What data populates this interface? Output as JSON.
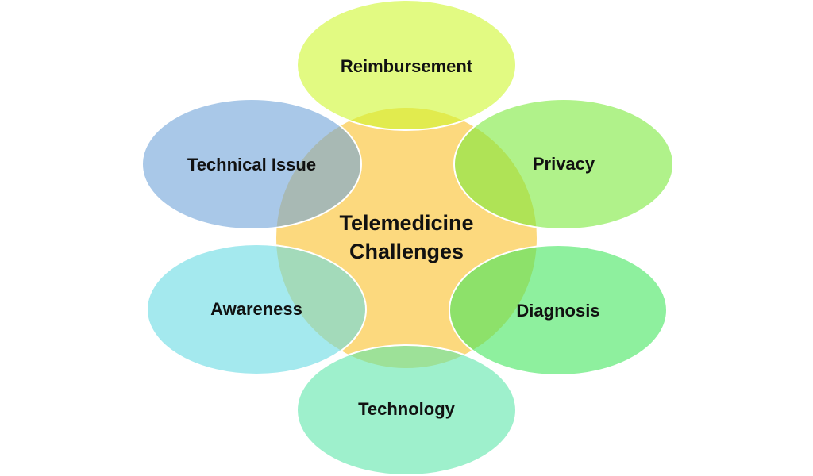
{
  "center": {
    "line1": "Telemedicine",
    "line2": "Challenges",
    "color": "#fcd97e"
  },
  "nodes": [
    {
      "label": "Reimbursement",
      "color": "#cff72f"
    },
    {
      "label": "Technical Issue",
      "color": "#70a3d9"
    },
    {
      "label": "Privacy",
      "color": "#7be93c"
    },
    {
      "label": "Awareness",
      "color": "#67dae3"
    },
    {
      "label": "Diagnosis",
      "color": "#43e65d"
    },
    {
      "label": "Technology",
      "color": "#5de6aa"
    }
  ]
}
